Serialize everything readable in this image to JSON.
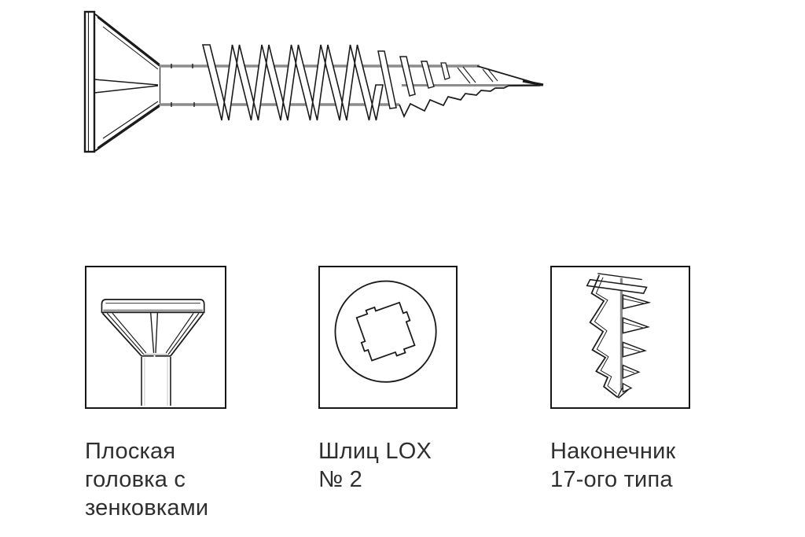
{
  "diagram": {
    "main_drawing_icon": "screw-side-view",
    "description_visible_text_only": ""
  },
  "features": [
    {
      "icon": "flat-countersunk-head-icon",
      "lines": [
        "Плоская",
        "головка с",
        "зенковками"
      ]
    },
    {
      "icon": "lox-drive-no2-icon",
      "lines": [
        "Шлиц LOX",
        "№ 2"
      ]
    },
    {
      "icon": "type17-point-icon",
      "lines": [
        "Наконечник",
        "17-ого типа"
      ]
    }
  ],
  "colors": {
    "line": "#1a1a1a",
    "shade": "#8c8c8c",
    "text": "#2f2f2f",
    "background": "#ffffff"
  }
}
